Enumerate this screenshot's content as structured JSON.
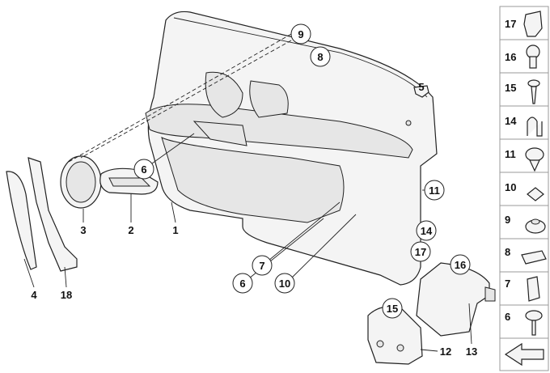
{
  "diagram": {
    "callouts_circled": [
      "9",
      "8",
      "6",
      "11",
      "14",
      "17",
      "16",
      "15",
      "7",
      "6",
      "10"
    ],
    "callouts_plain": [
      "5",
      "3",
      "2",
      "1",
      "4",
      "18",
      "12",
      "13"
    ],
    "legend_items": [
      "17",
      "16",
      "15",
      "14",
      "11",
      "10",
      "9",
      "8",
      "7",
      "6"
    ]
  }
}
